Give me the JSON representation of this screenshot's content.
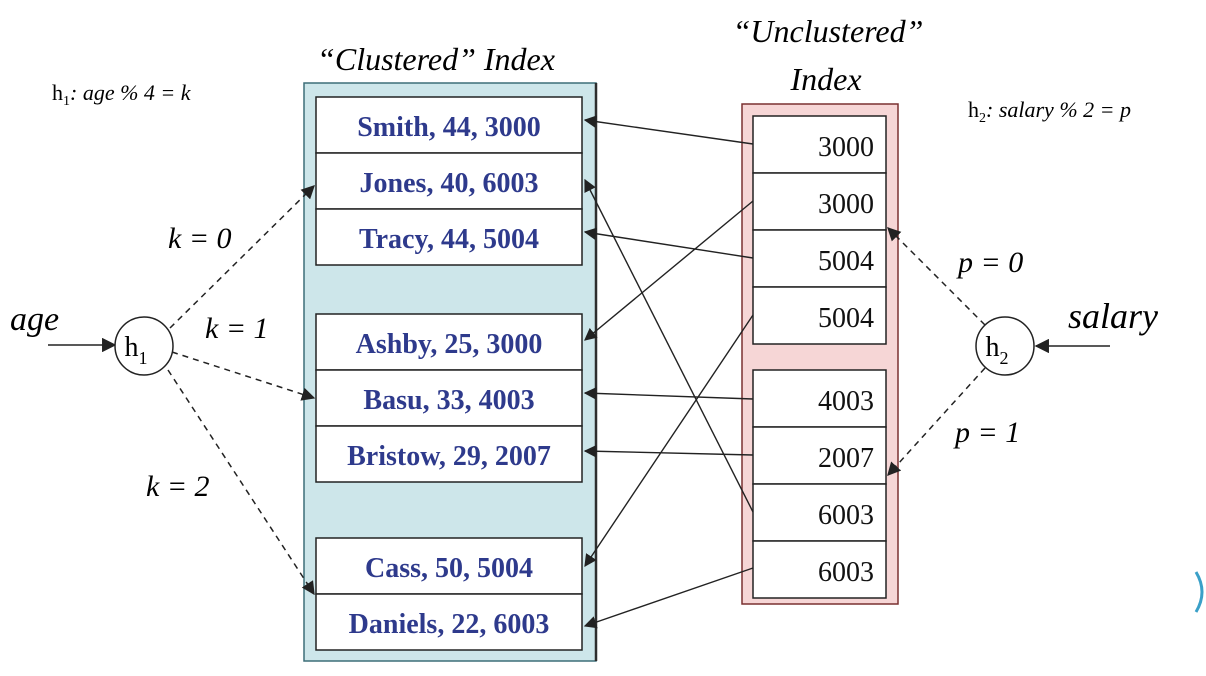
{
  "colors": {
    "clustered_bg": "#cde6ea",
    "unclustered_bg": "#f6d6d6",
    "record_text": "#2e3a8c",
    "line": "#222222"
  },
  "clustered": {
    "title": "“Clustered” Index",
    "records": [
      "Smith, 44, 3000",
      "Jones, 40, 6003",
      "Tracy, 44, 5004",
      "Ashby, 25, 3000",
      "Basu, 33, 4003",
      "Bristow, 29, 2007",
      "Cass, 50, 5004",
      "Daniels, 22, 6003"
    ]
  },
  "unclustered": {
    "title_line1": "“Unclustered”",
    "title_line2": "Index",
    "entries": [
      "3000",
      "3000",
      "5004",
      "5004",
      "4003",
      "2007",
      "6003",
      "6003"
    ]
  },
  "hash1": {
    "formula_prefix": "h",
    "formula_sub": "1",
    "formula_rest": ": age % 4 = k",
    "node_label": "h",
    "node_sub": "1",
    "input_label": "age",
    "branches": [
      "k = 0",
      "k = 1",
      "k = 2"
    ]
  },
  "hash2": {
    "formula_prefix": "h",
    "formula_sub": "2",
    "formula_rest": ": salary % 2 = p",
    "node_label": "h",
    "node_sub": "2",
    "input_label": "salary",
    "branches": [
      "p = 0",
      "p = 1"
    ]
  }
}
